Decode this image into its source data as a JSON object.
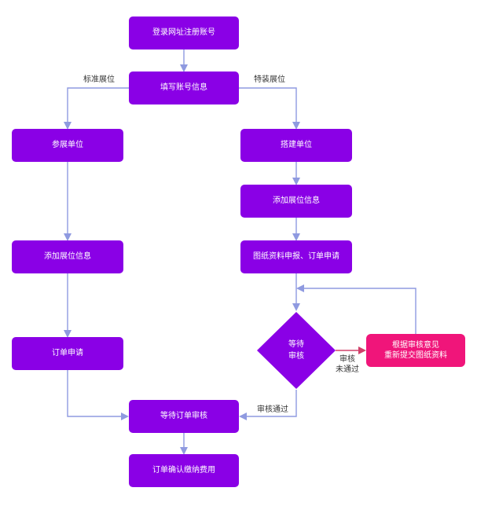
{
  "nodes": {
    "register": "登录网址注册账号",
    "fill_info": "填写账号信息",
    "exhibitor": "参展单位",
    "add_booth_left": "添加展位信息",
    "order_apply_left": "订单申请",
    "builder": "搭建单位",
    "add_booth_right": "添加展位信息",
    "drawings_submit": "图纸资料申报、订单申请",
    "wait_review_line1": "等待",
    "wait_review_line2": "审核",
    "resubmit_line1": "根据审核意见",
    "resubmit_line2": "重新提交图纸资料",
    "wait_order_review": "等待订单审核",
    "confirm_pay": "订单确认缴纳费用"
  },
  "edge_labels": {
    "standard_booth": "标准展位",
    "special_booth": "特装展位",
    "review_fail_line1": "审核",
    "review_fail_line2": "未通过",
    "review_pass": "审核通过"
  },
  "colors": {
    "node": "#8a00e6",
    "resubmit_node": "#f0157a",
    "arrow": "#8f9ae0",
    "fail_arrow": "#d0406a"
  }
}
